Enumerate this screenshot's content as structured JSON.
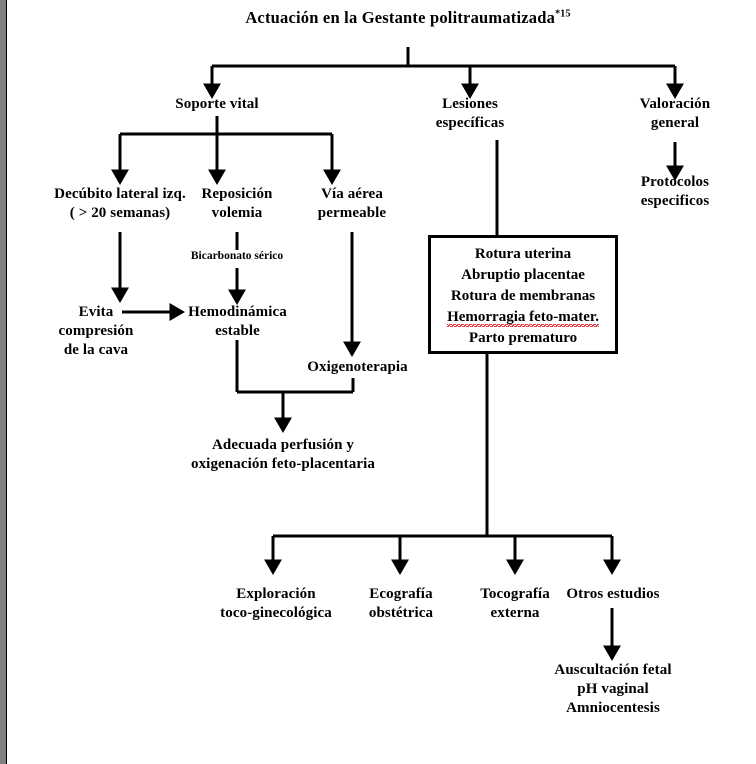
{
  "document": {
    "title_main": "Actuación en la Gestante politraumatizada",
    "title_superscript": "*15",
    "type": "clinical-flowchart",
    "language": "es"
  },
  "nodes": {
    "soporte_vital": "Soporte vital",
    "lesiones_especificas": "Lesiones\nespecíficas",
    "valoracion_general": "Valoración\ngeneral",
    "protocolos_especificos": "Protocolos\nespecificos",
    "decubito": "Decúbito lateral izq.\n( > 20 semanas)",
    "reposicion": "Reposición\nvolemia",
    "via_aerea": "Vía aérea\npermeable",
    "evita_compresion": "Evita\ncompresión\nde la cava",
    "hemodinamica": "Hemodinámica\nestable",
    "oxigenoterapia": "Oxigenoterapia",
    "adecuada": "Adecuada perfusión y\noxigenación feto-placentaria",
    "exploracion": "Exploración\ntoco-ginecológica",
    "ecografia": "Ecografía\nobstétrica",
    "tocografia": "Tocografía\nexterna",
    "otros_estudios": "Otros estudios",
    "auscultacion": "Auscultación fetal\npH vaginal\nAmniocentesis"
  },
  "edge_labels": {
    "bicarbonato": "Bicarbonato sérico"
  },
  "framed_box": {
    "lines": [
      "Rotura uterina",
      "Abruptio placentae",
      "Rotura de membranas",
      "Hemorragia feto-mater.",
      "Parto prematuro"
    ],
    "spellcheck_underlined_line_index": 3
  },
  "colors": {
    "ink": "#000000",
    "paper": "#ffffff",
    "gutter": "#808080",
    "spellcheck_underline": "#e00000"
  }
}
